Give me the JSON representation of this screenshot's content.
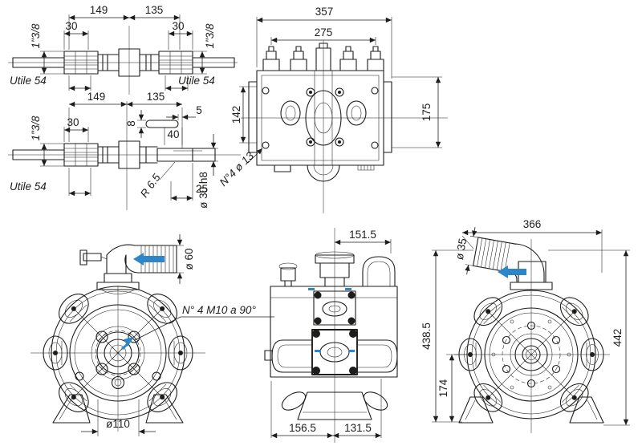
{
  "meta": {
    "background": "#ffffff",
    "ink": "#1d1d1b",
    "accent": "#2e86c8"
  },
  "views": {
    "shaft_double": {
      "span_left": "149",
      "span_right": "135",
      "spline_left": "30",
      "spline_right": "30",
      "profile_left": "1\"3/8",
      "profile_right": "1\"3/8",
      "useful_left": "Utile 54",
      "useful_right": "Utile 54"
    },
    "shaft_keyed": {
      "span_left": "149",
      "span_right": "135",
      "spline": "30",
      "profile": "1\"3/8",
      "useful": "Utile 54",
      "key_end_offset": "5",
      "key_width": "8",
      "key_length": "40",
      "key_radius": "R 6.5",
      "end_length": "25",
      "shaft_diameter": "ø 30 h8"
    },
    "top_view": {
      "overall_width": "357",
      "port_span": "275",
      "depth_left": "142",
      "depth_right": "175",
      "mounting_holes": "N°4 ø 13"
    },
    "front_view": {
      "hose_diameter": "ø 60",
      "flange_bolts": "N° 4 M10 a 90°",
      "base_span": "ø110"
    },
    "side_view": {
      "top_width": "151.5",
      "bottom_left": "156.5",
      "bottom_right": "131.5"
    },
    "rear_view": {
      "overall_width": "366",
      "hose_diameter": "ø 35",
      "height_left": "438.5",
      "axis_height": "174",
      "height_right": "442"
    }
  }
}
